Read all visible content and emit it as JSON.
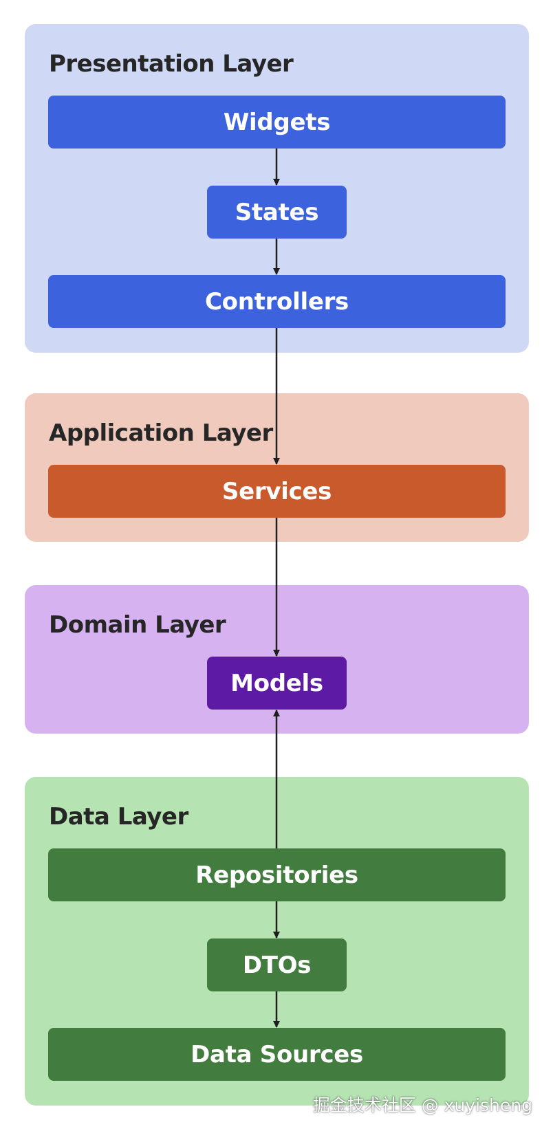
{
  "layers": {
    "presentation": {
      "title": "Presentation Layer",
      "color": "#cfd8f5",
      "boxes": {
        "widgets": "Widgets",
        "states": "States",
        "controllers": "Controllers"
      },
      "box_color": "#3d62dd"
    },
    "application": {
      "title": "Application Layer",
      "color": "#f0cbbd",
      "boxes": {
        "services": "Services"
      },
      "box_color": "#c95a2c"
    },
    "domain": {
      "title": "Domain Layer",
      "color": "#d6b3f0",
      "boxes": {
        "models": "Models"
      },
      "box_color": "#5d1aa4"
    },
    "data": {
      "title": "Data Layer",
      "color": "#b5e4b2",
      "boxes": {
        "repositories": "Repositories",
        "dtos": "DTOs",
        "data_sources": "Data Sources"
      },
      "box_color": "#427c3f"
    }
  },
  "arrows": [
    {
      "from": "Widgets",
      "to": "States"
    },
    {
      "from": "States",
      "to": "Controllers"
    },
    {
      "from": "Controllers",
      "to": "Services"
    },
    {
      "from": "Services",
      "to": "Models"
    },
    {
      "from": "Repositories",
      "to": "Models"
    },
    {
      "from": "Repositories",
      "to": "DTOs"
    },
    {
      "from": "DTOs",
      "to": "Data Sources"
    }
  ],
  "watermark": "掘金技术社区 @ xuyisheng"
}
